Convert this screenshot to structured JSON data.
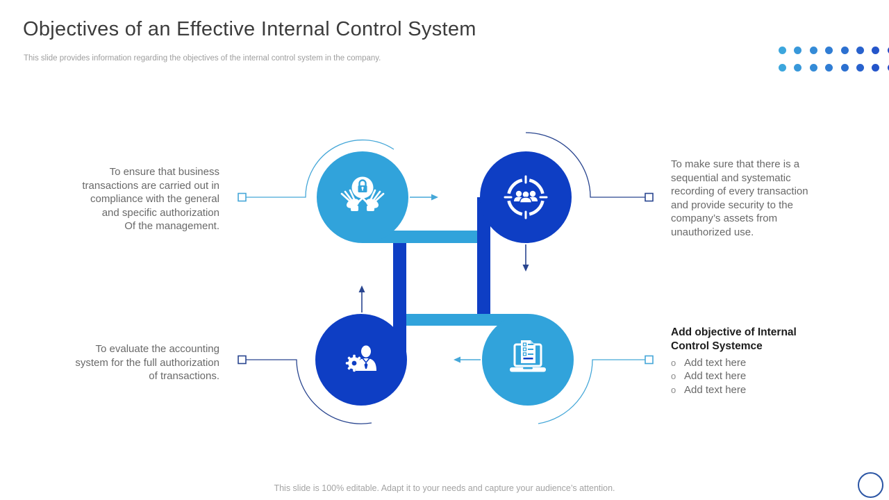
{
  "slide": {
    "title": "Objectives of an Effective Internal Control System",
    "subtitle": "This slide provides information regarding the objectives of the internal control system in the company.",
    "footer": "This slide is 100% editable. Adapt it to your needs and capture your audience’s attention."
  },
  "objectives": {
    "top_left": "To ensure that business\ntransactions are carried out in\ncompliance with the general\nand specific authorization\nOf the management.",
    "top_right": "To make sure that there is a\nsequential and systematic\nrecording of every transaction\nand provide security to the\ncompany’s assets from\nunauthorized use.",
    "bottom_left": "To evaluate the accounting\nsystem for the full authorization\nof transactions.",
    "bottom_right_heading": "Add objective of Internal\nControl Systemce",
    "bottom_right_bullets": [
      "Add text here",
      "Add text here",
      "Add text here"
    ],
    "bullet_marker": "o"
  },
  "icons": {
    "top_left": "hands-lock-icon",
    "top_right": "team-target-icon",
    "bottom_left": "manager-gear-icon",
    "bottom_right": "laptop-checklist-icon"
  },
  "colors": {
    "light_blue": "#31A3DB",
    "dark_blue": "#0E3EC4",
    "line_light": "#45A7D8",
    "line_dark": "#29458F",
    "circle_outline": "#2B55A4",
    "dot_start": "#3CA6DD",
    "dot_end": "#2047C7"
  },
  "decor": {
    "dot_rows": 2,
    "dot_cols": 8
  }
}
